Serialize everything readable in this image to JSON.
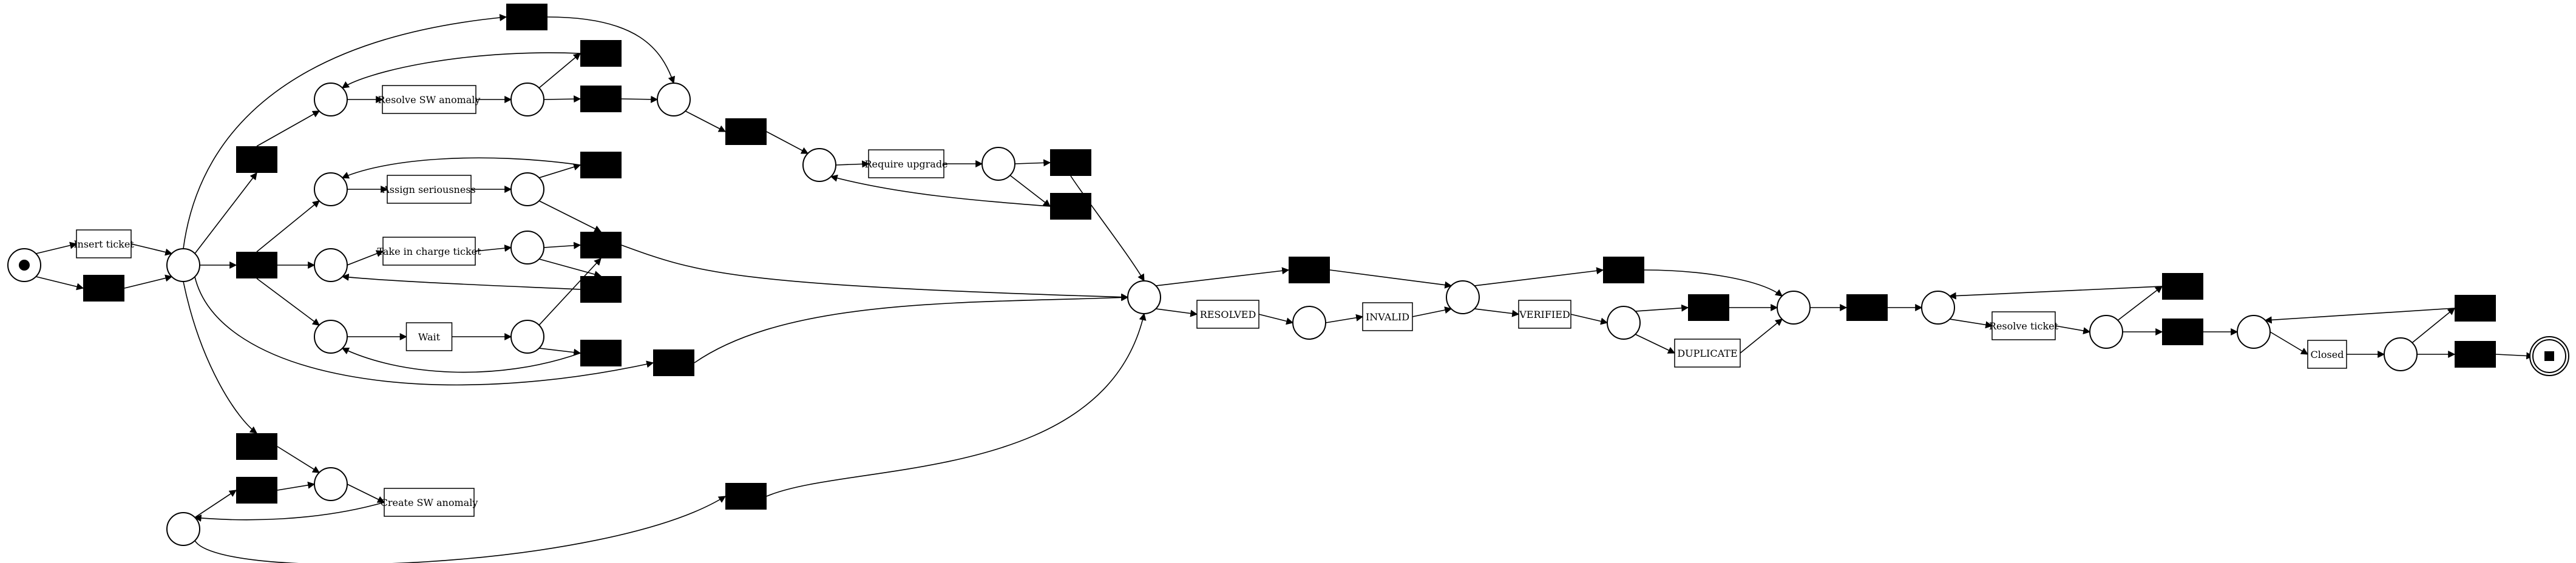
{
  "diagram": {
    "places": [
      {
        "id": "p_source",
        "kind": "source"
      },
      {
        "id": "p_after_insert"
      },
      {
        "id": "p_resolve_sw_in"
      },
      {
        "id": "p_resolve_sw_out"
      },
      {
        "id": "p_merge_top"
      },
      {
        "id": "p_upgrade_in"
      },
      {
        "id": "p_upgrade_out"
      },
      {
        "id": "p_assign_in"
      },
      {
        "id": "p_assign_out"
      },
      {
        "id": "p_charge_in"
      },
      {
        "id": "p_charge_out"
      },
      {
        "id": "p_wait_in"
      },
      {
        "id": "p_wait_out"
      },
      {
        "id": "p_anomaly_in"
      },
      {
        "id": "p_anomaly_out"
      },
      {
        "id": "p_hub"
      },
      {
        "id": "p_resolved_out"
      },
      {
        "id": "p_invalid_out"
      },
      {
        "id": "p_verified_out"
      },
      {
        "id": "p_merge_dup"
      },
      {
        "id": "p_resolve_ticket_in"
      },
      {
        "id": "p_resolve_ticket_out"
      },
      {
        "id": "p_closed_in"
      },
      {
        "id": "p_closed_out"
      },
      {
        "id": "p_sink",
        "kind": "sink"
      }
    ],
    "labeled_transitions": [
      {
        "id": "t_insert",
        "label": "Insert ticket"
      },
      {
        "id": "t_resolve_sw",
        "label": "Resolve SW anomaly"
      },
      {
        "id": "t_upgrade",
        "label": "Require upgrade"
      },
      {
        "id": "t_assign",
        "label": "Assign seriousness"
      },
      {
        "id": "t_charge",
        "label": "Take in charge ticket"
      },
      {
        "id": "t_wait",
        "label": "Wait"
      },
      {
        "id": "t_create_sw",
        "label": "Create SW anomaly"
      },
      {
        "id": "t_resolved",
        "label": "RESOLVED"
      },
      {
        "id": "t_invalid",
        "label": "INVALID"
      },
      {
        "id": "t_verified",
        "label": "VERIFIED"
      },
      {
        "id": "t_duplicate",
        "label": "DUPLICATE"
      },
      {
        "id": "t_resolve_ticket",
        "label": "Resolve ticket"
      },
      {
        "id": "t_closed",
        "label": "Closed"
      }
    ],
    "silent_transitions": [
      "h_insert",
      "h_top",
      "h_resolve_loop",
      "h_resolve_fwd",
      "h_split_rs",
      "h_merge_out",
      "h_upg_loop",
      "h_upg_fwd",
      "h_assign_skip",
      "h_split",
      "h_charge_loop",
      "h_wait_loop",
      "h_bottom",
      "h_anom_a",
      "h_anom_b",
      "h_anom_bypass",
      "h_after_resolved",
      "h_after_verified",
      "h_after_dup",
      "h_rt_loop",
      "h_rt_fwd",
      "h_cl_loop",
      "h_cl_fwd"
    ]
  }
}
